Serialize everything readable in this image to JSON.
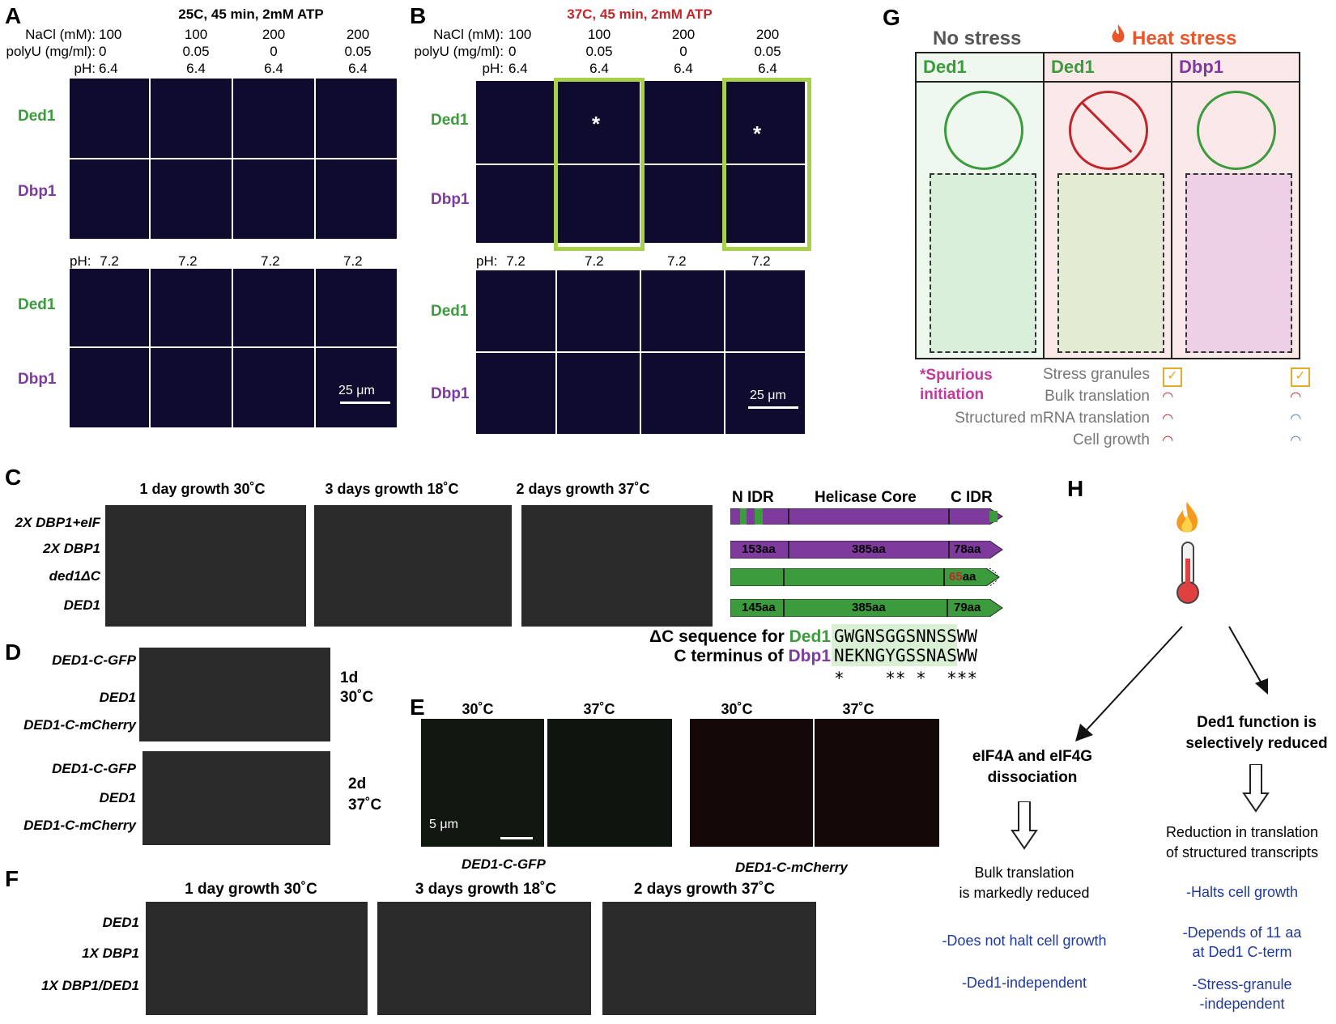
{
  "panel_a": {
    "label": "A",
    "title": "25C, 45 min, 2mM ATP",
    "cond_labels": [
      "NaCl (mM):",
      "polyU (mg/ml):",
      "pH:"
    ],
    "cols": [
      {
        "nacl": "100",
        "polyu": "0",
        "ph": "6.4"
      },
      {
        "nacl": "100",
        "polyu": "0.05",
        "ph": "6.4"
      },
      {
        "nacl": "200",
        "polyu": "0",
        "ph": "6.4"
      },
      {
        "nacl": "200",
        "polyu": "0.05",
        "ph": "6.4"
      }
    ],
    "ph2_label": "pH:",
    "ph2": [
      "7.2",
      "7.2",
      "7.2",
      "7.2"
    ],
    "row1": "Ded1",
    "row2": "Dbp1",
    "row3": "Ded1",
    "row4": "Dbp1",
    "scale": "25 μm"
  },
  "panel_b": {
    "label": "B",
    "title": "37C, 45 min, 2mM ATP",
    "cond_labels": [
      "NaCl (mM):",
      "polyU (mg/ml):",
      "pH:"
    ],
    "cols": [
      {
        "nacl": "100",
        "polyu": "0",
        "ph": "6.4"
      },
      {
        "nacl": "100",
        "polyu": "0.05",
        "ph": "6.4"
      },
      {
        "nacl": "200",
        "polyu": "0",
        "ph": "6.4"
      },
      {
        "nacl": "200",
        "polyu": "0.05",
        "ph": "6.4"
      }
    ],
    "ph2_label": "pH:",
    "ph2": [
      "7.2",
      "7.2",
      "7.2",
      "7.2"
    ],
    "row1": "Ded1",
    "row2": "Dbp1",
    "row3": "Ded1",
    "row4": "Dbp1",
    "asterisk": "*",
    "scale": "25 μm"
  },
  "panel_c": {
    "label": "C",
    "headers": [
      "1 day growth 30˚C",
      "3 days growth 18˚C",
      "2 days growth 37˚C"
    ],
    "strains": [
      "2X DBP1+eIF",
      "2X DBP1",
      "ded1ΔC",
      "DED1"
    ],
    "domains": {
      "n": "N IDR",
      "core": "Helicase Core",
      "c": "C IDR"
    },
    "bars": [
      {
        "a": "",
        "b": "",
        "c": ""
      },
      {
        "a": "153aa",
        "b": "385aa",
        "c": "78aa"
      },
      {
        "a": "",
        "b": "",
        "c_red": "65",
        "c": "aa"
      },
      {
        "a": "145aa",
        "b": "385aa",
        "c": "79aa"
      }
    ],
    "seq1_label": "ΔC sequence for ",
    "seq1_protein": "Ded1",
    "seq1": "GWGNSGGSNNS",
    "seq1_tail": "SWW",
    "seq2_label": "C terminus of ",
    "seq2_protein": "Dbp1",
    "seq2": "NEKNGYGSSNA",
    "seq2_tail": "SWW",
    "conservation": "*    ** *  ***"
  },
  "panel_d": {
    "label": "D",
    "strains1": [
      "DED1-C-GFP",
      "DED1",
      "DED1-C-mCherry"
    ],
    "cond1": [
      "1d",
      "30˚C"
    ],
    "strains2": [
      "DED1-C-GFP",
      "DED1",
      "DED1-C-mCherry"
    ],
    "cond2": [
      "2d",
      "37˚C"
    ]
  },
  "panel_e": {
    "label": "E",
    "temps": [
      "30˚C",
      "37˚C",
      "30˚C",
      "37˚C"
    ],
    "scale": "5 μm",
    "caption1": "DED1-C-GFP",
    "caption2": "DED1-C-mCherry"
  },
  "panel_f": {
    "label": "F",
    "headers": [
      "1 day growth 30˚C",
      "3 days growth 18˚C",
      "2 days growth 37˚C"
    ],
    "strains": [
      "DED1",
      "1X DBP1",
      "1X DBP1/DED1"
    ]
  },
  "panel_g": {
    "label": "G",
    "no_stress": "No stress",
    "heat_stress": "Heat stress",
    "col1": "Ded1",
    "col2": "Ded1",
    "col3": "Dbp1",
    "spurious": [
      "*Spurious",
      "initiation"
    ],
    "rows": [
      "Stress granules",
      "Bulk translation",
      "Structured mRNA translation",
      "Cell growth"
    ]
  },
  "panel_h": {
    "label": "H",
    "left_title": [
      "eIF4A and eIF4G",
      "dissociation"
    ],
    "left_result": [
      "Bulk translation",
      "is markedly reduced"
    ],
    "left_notes": [
      "-Does not halt cell growth",
      "-Ded1-independent"
    ],
    "right_title": [
      "Ded1 function is",
      "selectively reduced"
    ],
    "right_result": [
      "Reduction in translation",
      "of structured transcripts"
    ],
    "right_notes": [
      "-Halts cell growth",
      "-Depends of 11 aa",
      "at Ded1 C-term",
      "-Stress-granule",
      "-independent"
    ]
  },
  "colors": {
    "ded1": "#3c9b3c",
    "dbp1": "#7f3a9e",
    "highlight": "#a8d04a",
    "heat": "#e8562a",
    "title_b": "#b0202a"
  }
}
